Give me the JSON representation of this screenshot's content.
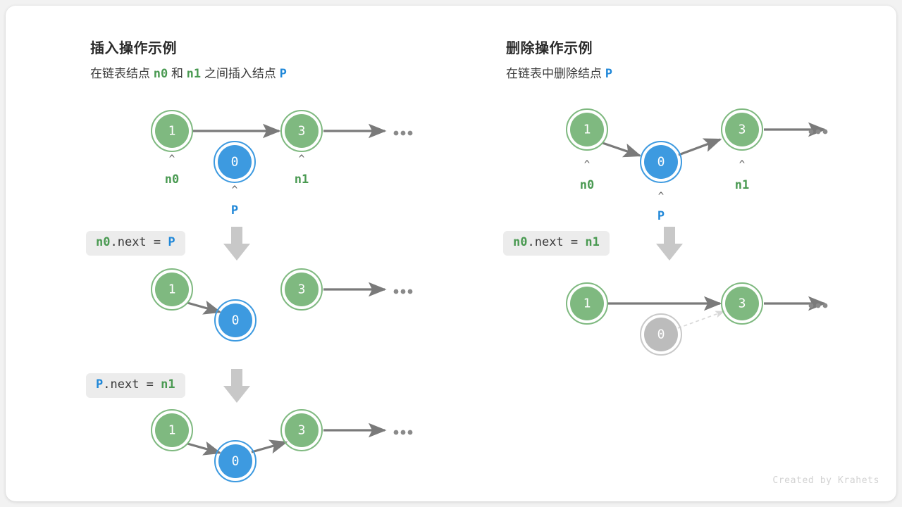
{
  "card": {
    "background": "#ffffff",
    "page_background": "#f2f2f2"
  },
  "colors": {
    "node_green_fill": "#7fb980",
    "node_green_ring": "#7fb980",
    "node_blue_fill": "#3d9ae0",
    "node_blue_ring": "#3d9ae0",
    "node_gray_fill": "#bcbcbc",
    "node_gray_ring": "#c9c9c9",
    "label_green": "#4a9a52",
    "label_blue": "#1f87d8",
    "arrow_gray": "#7a7a7a",
    "dashed_gray": "#d8d8d8",
    "chip_bg": "#ececec",
    "text_dark": "#2b2b2b",
    "credit_gray": "#d2d2d2"
  },
  "panels": [
    {
      "id": "insert",
      "title": "插入操作示例",
      "subtitle_parts": [
        {
          "text": "在链表结点 ",
          "style": "plain"
        },
        {
          "text": "n0",
          "style": "green-mono"
        },
        {
          "text": " 和 ",
          "style": "plain"
        },
        {
          "text": "n1",
          "style": "green-mono"
        },
        {
          "text": " 之间插入结点 ",
          "style": "plain"
        },
        {
          "text": "P",
          "style": "blue-mono"
        }
      ],
      "steps": [
        {
          "code_parts": [
            {
              "text": "n0",
              "style": "green-mono"
            },
            {
              "text": ".next = ",
              "style": "plain"
            },
            {
              "text": "P",
              "style": "blue-mono"
            }
          ]
        },
        {
          "code_parts": [
            {
              "text": "P",
              "style": "blue-mono"
            },
            {
              "text": ".next = ",
              "style": "plain"
            },
            {
              "text": "n1",
              "style": "green-mono"
            }
          ]
        }
      ],
      "rows": [
        {
          "row": 1,
          "nodes": [
            {
              "value": "1",
              "kind": "green",
              "caret": true,
              "label": "n0",
              "label_color": "green"
            },
            {
              "value": "0",
              "kind": "blue",
              "caret": true,
              "label": "P",
              "label_color": "blue"
            },
            {
              "value": "3",
              "kind": "green",
              "caret": true,
              "label": "n1",
              "label_color": "green"
            }
          ],
          "ellipsis": true
        },
        {
          "row": 2,
          "nodes": [
            {
              "value": "1",
              "kind": "green"
            },
            {
              "value": "0",
              "kind": "blue"
            },
            {
              "value": "3",
              "kind": "green"
            }
          ],
          "ellipsis": true
        },
        {
          "row": 3,
          "nodes": [
            {
              "value": "1",
              "kind": "green"
            },
            {
              "value": "0",
              "kind": "blue"
            },
            {
              "value": "3",
              "kind": "green"
            }
          ],
          "ellipsis": true
        }
      ]
    },
    {
      "id": "delete",
      "title": "删除操作示例",
      "subtitle_parts": [
        {
          "text": "在链表中删除结点 ",
          "style": "plain"
        },
        {
          "text": "P",
          "style": "blue-mono"
        }
      ],
      "steps": [
        {
          "code_parts": [
            {
              "text": "n0",
              "style": "green-mono"
            },
            {
              "text": ".next = ",
              "style": "plain"
            },
            {
              "text": "n1",
              "style": "green-mono"
            }
          ]
        }
      ],
      "rows": [
        {
          "row": 1,
          "nodes": [
            {
              "value": "1",
              "kind": "green",
              "caret": true,
              "label": "n0",
              "label_color": "green"
            },
            {
              "value": "0",
              "kind": "blue",
              "caret": true,
              "label": "P",
              "label_color": "blue"
            },
            {
              "value": "3",
              "kind": "green",
              "caret": true,
              "label": "n1",
              "label_color": "green"
            }
          ],
          "ellipsis": true
        },
        {
          "row": 2,
          "nodes": [
            {
              "value": "1",
              "kind": "green"
            },
            {
              "value": "0",
              "kind": "gray"
            },
            {
              "value": "3",
              "kind": "green"
            }
          ],
          "ellipsis": true
        }
      ]
    }
  ],
  "credit": "Created by Krahets"
}
